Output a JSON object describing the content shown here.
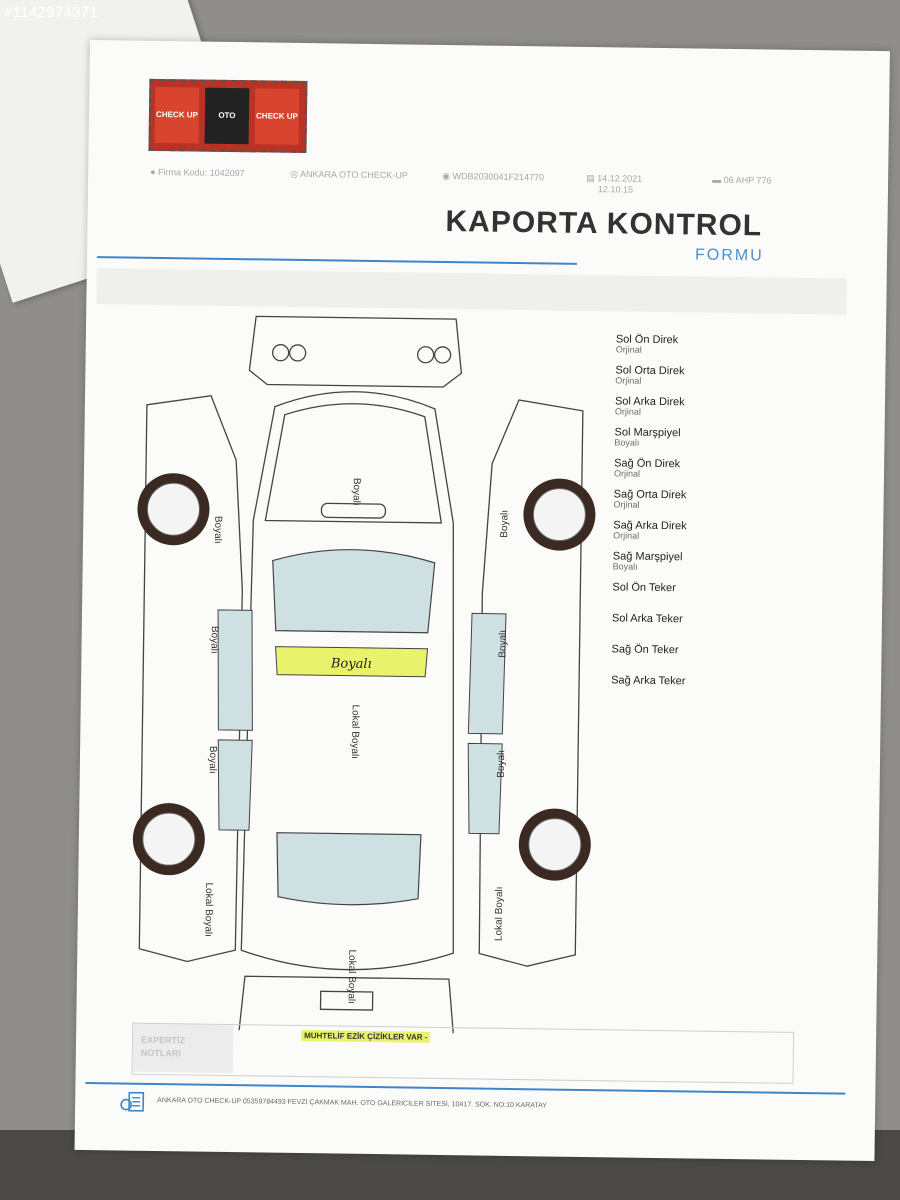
{
  "photo_watermark": "#1142974371",
  "header": {
    "logo_left": "CHECK UP",
    "logo_mid": "OTO CHECK UP",
    "logo_right": "CHECK UP",
    "firma_kodu": "Firma Kodu: 1042097",
    "company": "ANKARA OTO CHECK-UP",
    "vin": "WDB2030041F214770",
    "date": "14.12.2021",
    "time": "12.10.15",
    "plate": "06 AHP 776"
  },
  "title": "KAPORTA KONTROL",
  "subtitle": "FORMU",
  "diagram_labels": {
    "hood": "Boyalı",
    "left_front_fender": "Boyalı",
    "left_front_door": "Boyalı",
    "left_rear_door": "Boyalı",
    "left_rear_fender": "Lokal Boyalı",
    "right_front_fender": "Boyalı",
    "right_front_door": "Boyalı",
    "right_rear_door": "Boyalı",
    "right_rear_fender": "Lokal Boyalı",
    "roof_front": "Boyalı",
    "roof": "Lokal Boyalı",
    "trunk": "Lokal Boyalı"
  },
  "legend": [
    {
      "label": "Sol Ön Direk",
      "value": "Orjinal"
    },
    {
      "label": "Sol Orta Direk",
      "value": "Orjinal"
    },
    {
      "label": "Sol Arka Direk",
      "value": "Orjinal"
    },
    {
      "label": "Sol Marşpiyel",
      "value": "Boyalı"
    },
    {
      "label": "Sağ Ön Direk",
      "value": "Orjinal"
    },
    {
      "label": "Sağ Orta Direk",
      "value": "Orjinal"
    },
    {
      "label": "Sağ Arka Direk",
      "value": "Orjinal"
    },
    {
      "label": "Sağ Marşpiyel",
      "value": "Boyalı"
    },
    {
      "label": "Sol Ön Teker",
      "value": ""
    },
    {
      "label": "Sol Arka Teker",
      "value": ""
    },
    {
      "label": "Sağ Ön Teker",
      "value": ""
    },
    {
      "label": "Sağ Arka Teker",
      "value": ""
    }
  ],
  "notes": {
    "tag_line1": "EXPERTİZ",
    "tag_line2": "NOTLARI",
    "text": "MUHTELİF EZİK ÇİZİKLER VAR -"
  },
  "footer": "ANKARA OTO CHECK-UP 05359784493 FEVZİ ÇAKMAK MAH. OTO GALERİCİLER SİTESİ, 10417. SOK. NO:10 KARATAY",
  "colors": {
    "accent_blue": "#3e86c8",
    "highlight": "#e8f26a",
    "glass": "#cfe0e2"
  }
}
